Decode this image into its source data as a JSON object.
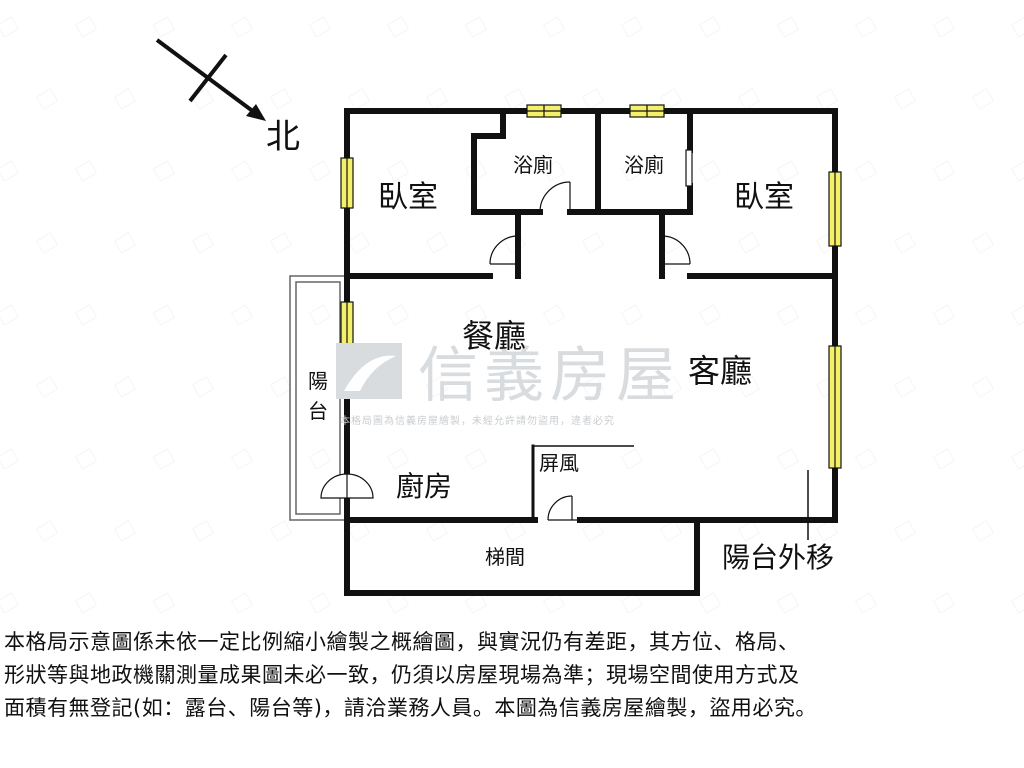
{
  "compass": {
    "north_label": "北"
  },
  "rooms": {
    "bedroom_left": "臥室",
    "bathroom_left": "浴廁",
    "bathroom_right": "浴廁",
    "bedroom_right": "臥室",
    "dining": "餐廳",
    "living": "客廳",
    "balcony_char1": "陽",
    "balcony_char2": "台",
    "kitchen": "廚房",
    "screen": "屏風",
    "stairwell": "梯間",
    "balcony_moved": "陽台外移"
  },
  "watermark": {
    "brand": "信義房屋",
    "notice": "本格局圖為信義房屋繪製，未經允許請勿盜用，違者必究"
  },
  "disclaimer": {
    "line1": "本格局示意圖係未依一定比例縮小繪製之概繪圖，與實況仍有差距，其方位、格局、",
    "line2": "形狀等與地政機關測量成果圖未必一致，仍須以房屋現場為準；現場空間使用方式及",
    "line3": "面積有無登記(如：露台、陽台等)，請洽業務人員。本圖為信義房屋繪製，盜用必究。"
  },
  "colors": {
    "wall": "#111111",
    "window": "#f4f06a",
    "watermark": "#d9dcde"
  }
}
